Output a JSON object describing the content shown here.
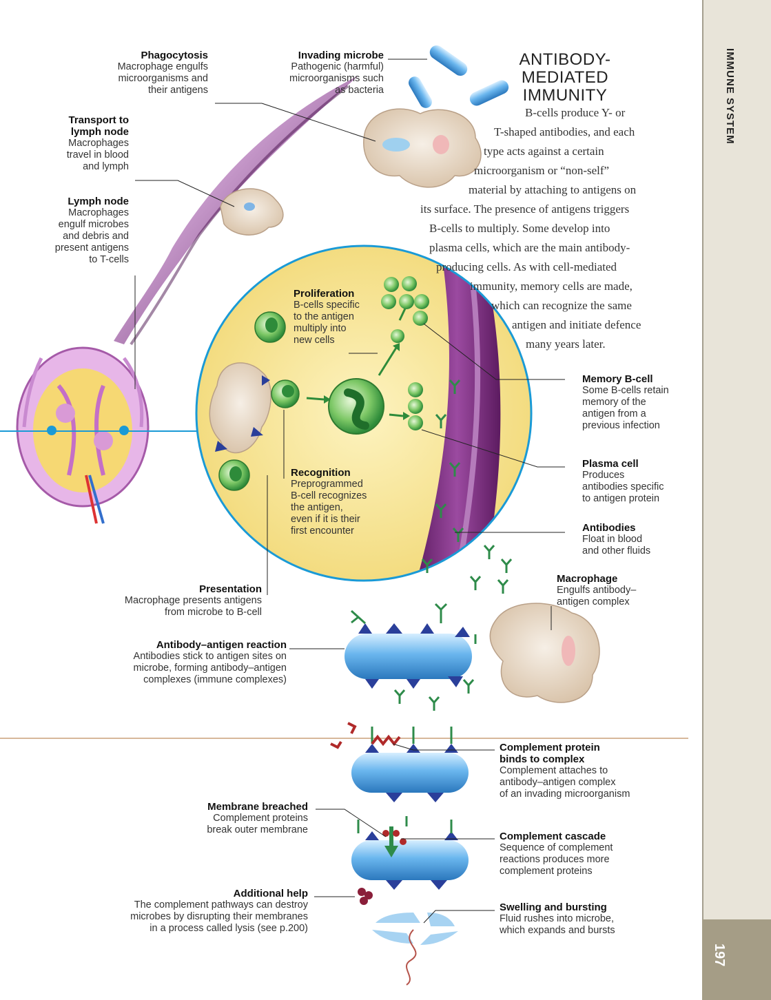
{
  "sidebar": {
    "section_title": "IMMUNE SYSTEM",
    "page_number": "197"
  },
  "header": {
    "title_lines": [
      "ANTIBODY-",
      "MEDIATED",
      "IMMUNITY"
    ]
  },
  "intro_lines": [
    "B-cells produce Y- or",
    "T-shaped antibodies, and each",
    "type acts against a certain",
    "microorganism or “non-self”",
    "material by attaching to antigens on",
    "its surface. The presence of antigens triggers",
    "B-cells to multiply. Some develop into",
    "plasma cells, which are the main antibody-",
    "producing cells. As with cell-mediated",
    "immunity, memory cells are made,",
    "which can recognize the same",
    "antigen and initiate defence",
    "many years later."
  ],
  "labels": {
    "phagocytosis": {
      "title": "Phagocytosis",
      "lines": [
        "Macrophage engulfs",
        "microorganisms and",
        "their antigens"
      ]
    },
    "invading_microbe": {
      "title": "Invading microbe",
      "lines": [
        "Pathogenic (harmful)",
        "microorganisms such",
        "as bacteria"
      ]
    },
    "transport": {
      "title_lines": [
        "Transport to",
        "lymph node"
      ],
      "lines": [
        "Macrophages",
        "travel in blood",
        "and lymph"
      ]
    },
    "lymph_node": {
      "title": "Lymph node",
      "lines": [
        "Macrophages",
        "engulf microbes",
        "and debris and",
        "present antigens",
        "to T-cells"
      ]
    },
    "proliferation": {
      "title": "Proliferation",
      "lines": [
        "B-cells specific",
        "to the antigen",
        "multiply into",
        "new cells"
      ]
    },
    "memory_bcell": {
      "title": "Memory B-cell",
      "lines": [
        "Some B-cells retain",
        "memory of the",
        "antigen from a",
        "previous infection"
      ]
    },
    "plasma_cell": {
      "title": "Plasma cell",
      "lines": [
        "Produces",
        "antibodies specific",
        "to antigen protein"
      ]
    },
    "recognition": {
      "title": "Recognition",
      "lines": [
        "Preprogrammed",
        "B-cell recognizes",
        "the antigen,",
        "even if it is their",
        "first encounter"
      ]
    },
    "antibodies": {
      "title": "Antibodies",
      "lines": [
        "Float in blood",
        "and other fluids"
      ]
    },
    "presentation": {
      "title": "Presentation",
      "lines": [
        "Macrophage presents antigens",
        "from microbe to B-cell"
      ]
    },
    "macrophage": {
      "title": "Macrophage",
      "lines": [
        "Engulfs antibody–",
        "antigen complex"
      ]
    },
    "ab_ag_reaction": {
      "title": "Antibody–antigen reaction",
      "lines": [
        "Antibodies stick to antigen sites on",
        "microbe, forming antibody–antigen",
        "complexes (immune complexes)"
      ]
    },
    "complement_binds": {
      "title_lines": [
        "Complement protein",
        "binds to complex"
      ],
      "lines": [
        "Complement attaches to",
        "antibody–antigen complex",
        "of an invading microorganism"
      ]
    },
    "membrane_breached": {
      "title": "Membrane breached",
      "lines": [
        "Complement proteins",
        "break outer membrane"
      ]
    },
    "complement_cascade": {
      "title": "Complement cascade",
      "lines": [
        "Sequence of complement",
        "reactions produces more",
        "complement proteins"
      ]
    },
    "additional_help": {
      "title": "Additional help",
      "lines": [
        "The complement pathways can destroy",
        "microbes by disrupting their membranes",
        "in a process called lysis (see p.200)"
      ]
    },
    "swelling": {
      "title": "Swelling and bursting",
      "lines": [
        "Fluid rushes into microbe,",
        "which expands and bursts"
      ]
    }
  },
  "colors": {
    "sidebar_bg": "#e8e4d9",
    "page_tab": "#a59d86",
    "vessel_purple": "#7a2e7c",
    "circle_yellow": "#f8e9a0",
    "microbe_blue": "#5aa9e6",
    "antibody_green": "#2e8b4a",
    "bcell_green": "#6cbf55",
    "complement_red": "#b02a2a",
    "divider": "#d7b89a"
  }
}
